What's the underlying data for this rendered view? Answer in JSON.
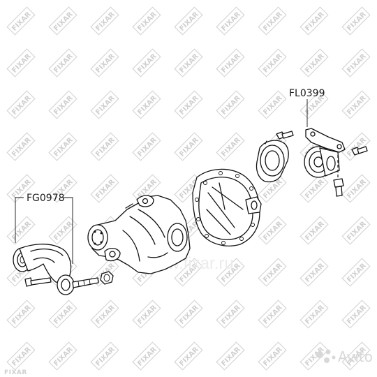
{
  "callouts": {
    "left_part": "FG0978",
    "right_part": "FL0399"
  },
  "watermark": {
    "brand": "FIXAR",
    "site_text": "www.fixar.ru",
    "color": "#cfcfcf"
  },
  "avito_mark": {
    "text": "Avito",
    "color": "#d8d8d8"
  },
  "colors": {
    "line": "#111111",
    "background": "#ffffff"
  }
}
